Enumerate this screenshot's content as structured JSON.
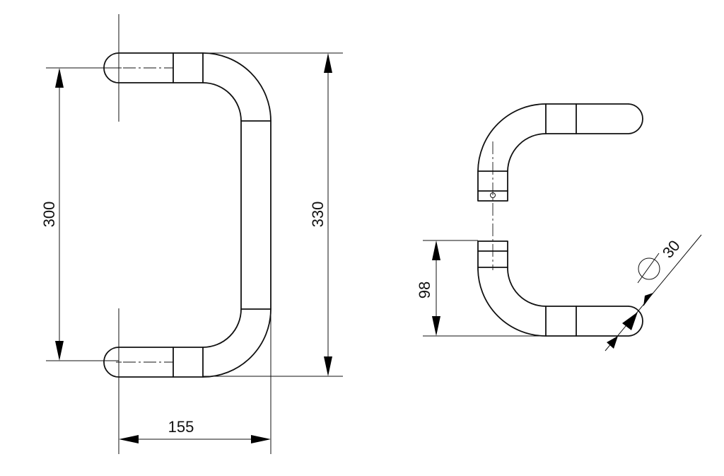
{
  "drawing": {
    "front_view": {
      "height_label": "300",
      "overall_height_label": "330",
      "depth_label": "155"
    },
    "side_view": {
      "offset_label": "98",
      "diameter_label": "30"
    }
  }
}
